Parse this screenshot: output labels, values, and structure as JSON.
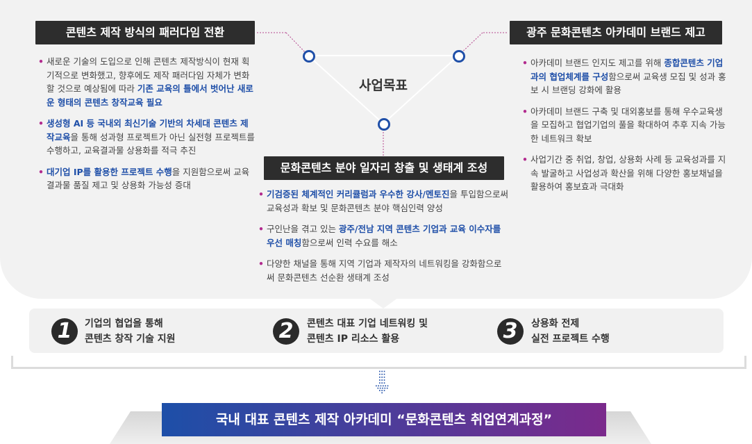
{
  "center": {
    "label": "사업목표"
  },
  "left": {
    "title": "콘텐츠 제작 방식의 패러다임 전환",
    "items": [
      {
        "pre": "새로운 기술의 도입으로 인해 콘텐츠 제작방식이 현재 획기적으로 변화했고, 향후에도 제작 패러다임 자체가 변화할 것으로 예상됨에 따라 ",
        "hl": "기존 교육의 틀에서 벗어난 새로운 형태의 콘텐츠 창작교육 필요",
        "post": ""
      },
      {
        "pre": "",
        "hl": "생성형 AI 등 국내외 최신기술 기반의 차세대 콘텐츠 제작교육",
        "post": "을 통해 성과형 프로젝트가 아닌 실전형 프로젝트를 수행하고, 교육결과물 상용화를 적극 추진"
      },
      {
        "pre": "",
        "hl": "대기업 IP를 활용한 프로젝트 수행",
        "post": "을 지원함으로써 교육 결과물 품질 제고 및 상용화 가능성 증대"
      }
    ]
  },
  "right": {
    "title": "광주 문화콘텐츠 아카데미 브랜드 제고",
    "items": [
      {
        "pre": "아카데미 브랜드 인지도 제고를 위해 ",
        "hl": "종합콘텐츠 기업과의 협업체계를 구성",
        "post": "함으로써 교육생 모집 및 성과 홍보 시 브랜딩 강화에 활용"
      },
      {
        "pre": "아카데미 브랜드 구축 및 대외홍보를 통해 우수교육생을 모집하고 협업기업의 풀을 확대하여 추후 지속 가능한 네트워크 확보",
        "hl": "",
        "post": ""
      },
      {
        "pre": "사업기간 중 취업, 창업, 상용화 사례 등 교육성과를 지속 발굴하고 사업성과 확산을 위해 다양한 홍보채널을 활용하여 홍보효과 극대화",
        "hl": "",
        "post": ""
      }
    ]
  },
  "bottom": {
    "title": "문화콘텐츠 분야 일자리 창출 및 생태계 조성",
    "items": [
      {
        "pre": "",
        "hl": "기검증된 체계적인 커리큘럼과 우수한 강사/멘토진",
        "post": "을 투입함으로써 교육성과 확보 및 문화콘텐츠 분야 핵심인력 양성"
      },
      {
        "pre": "구인난을 겪고 있는 ",
        "hl": "광주/전남 지역 콘텐츠 기업과 교육 이수자를 우선 매칭",
        "post": "함으로써 인력 수요를 해소"
      },
      {
        "pre": "다양한 채널을 통해 지역 기업과 제작자의 네트워킹을 강화함으로써 문화콘텐츠 선순환 생태계 조성",
        "hl": "",
        "post": ""
      }
    ]
  },
  "steps": [
    {
      "num": "1",
      "line1": "기업의 협업을 통해",
      "line2": "콘텐츠 창작 기술 지원"
    },
    {
      "num": "2",
      "line1": "콘텐츠 대표 기업 네트워킹 및",
      "line2": "콘텐츠 IP 리소스 활용"
    },
    {
      "num": "3",
      "line1": "상용화 전제",
      "line2": "실전 프로젝트 수행"
    }
  ],
  "banner": {
    "text": "국내 대표 콘텐츠 제작 아카데미 “문화콘텐츠 취업연계과정”"
  },
  "colors": {
    "accent_blue": "#1f4fa8",
    "accent_purple": "#7b2a8c",
    "header_dark": "#2d2d2d",
    "bullet": "#b22b8e"
  }
}
